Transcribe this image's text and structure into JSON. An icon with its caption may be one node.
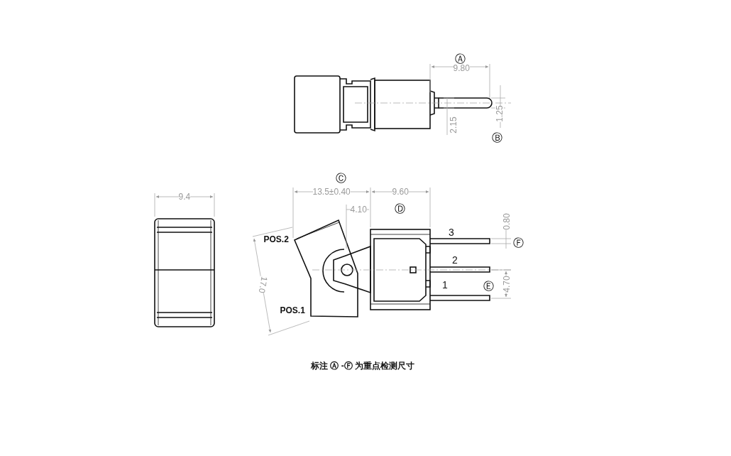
{
  "diagram": {
    "labels": [
      "Ⓐ",
      "9.80",
      "2.15",
      "1.25",
      "Ⓑ",
      "Ⓒ",
      "13.5±0.40",
      "9.60",
      "9.4",
      "4.10",
      "Ⓓ",
      "0.80",
      "POS.2",
      "3",
      "Ⓕ",
      "2",
      "17.0",
      "1",
      "Ⓔ",
      "4.70",
      "POS.1",
      "标注 Ⓐ -Ⓕ 为重点检测尺寸"
    ]
  }
}
